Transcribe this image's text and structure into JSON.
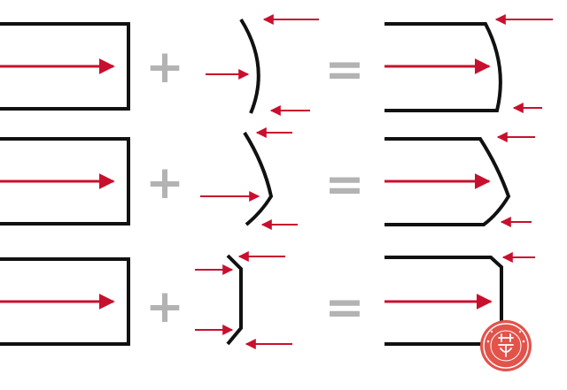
{
  "colors": {
    "background": "#ffffff",
    "outline": "#111111",
    "arrow": "#c8102e",
    "operator": "#b3b3b3",
    "seal": "#e2534a"
  },
  "operators": {
    "plus": "+",
    "equals": "="
  },
  "rows": [
    {
      "name": "row-curved-concave",
      "end_shape": "concave-curve"
    },
    {
      "name": "row-angled-point",
      "end_shape": "angled-point"
    },
    {
      "name": "row-bracket-flat",
      "end_shape": "bracket"
    }
  ],
  "watermark": {
    "icon": "seal-logo-icon"
  }
}
